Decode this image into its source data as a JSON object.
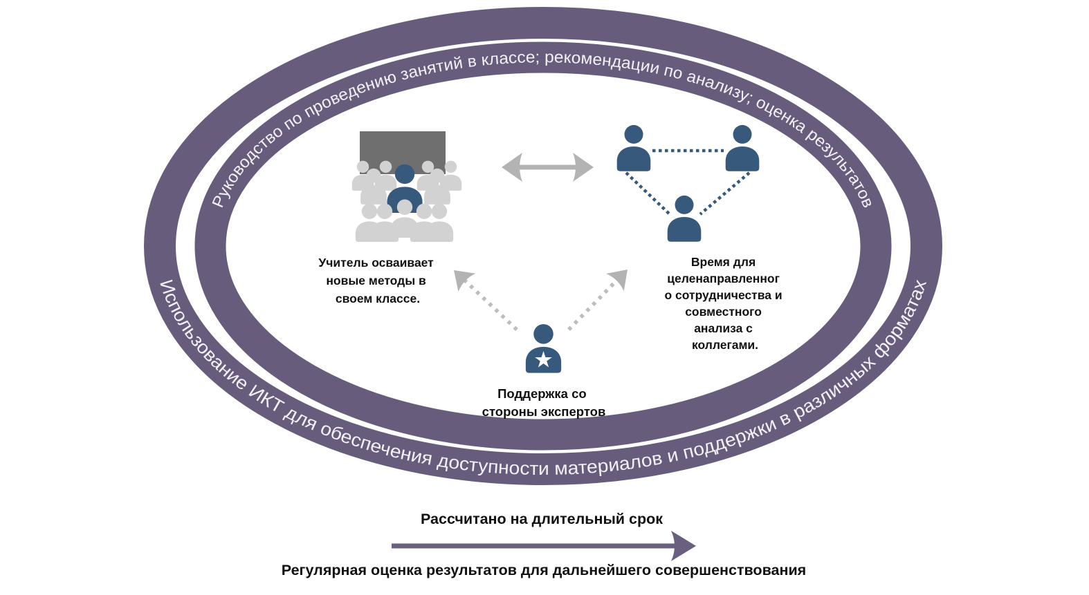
{
  "rings": {
    "inner_text": "Руководство по проведению занятий в классе; рекомендации по анализу; оценка результатов",
    "outer_text": "Использование ИКТ для обеспечения доступности материалов и поддержки в различных форматах"
  },
  "captions": {
    "teacher": {
      "lines": [
        "Учитель осваивает",
        "новые методы в",
        "своем классе."
      ]
    },
    "collaboration": {
      "lines": [
        "Время для",
        "целенаправленног",
        "о сотрудничества и",
        "совместного",
        "анализа с",
        "коллегами."
      ]
    },
    "expert": {
      "lines": [
        "Поддержка со",
        "стороны экспертов"
      ]
    }
  },
  "footer": {
    "arrow_label": "Рассчитано на длительный срок",
    "bottom_label": "Регулярная оценка результатов для дальнейшего совершенствования"
  },
  "icons": {
    "classroom": "classroom-audience-icon",
    "exchange": "double-headed-arrow-icon",
    "collaboration": "people-network-triangle-icon",
    "expert": "person-with-star-icon",
    "support_left": "dotted-arrow-up-left-icon",
    "support_right": "dotted-arrow-up-right-icon",
    "duration": "long-right-arrow-icon"
  },
  "colors": {
    "ring_purple": "#685C7C",
    "ring_text": "#F2F0F4",
    "person_blue": "#36597C",
    "crowd_gray": "#D2D2D2",
    "board_gray": "#6F6F6F",
    "arrow_gray": "#B3B3B3",
    "dotted_gray": "#BDBDBD",
    "footer_arrow_purple": "#6A5F7E",
    "text_black": "#111111"
  }
}
